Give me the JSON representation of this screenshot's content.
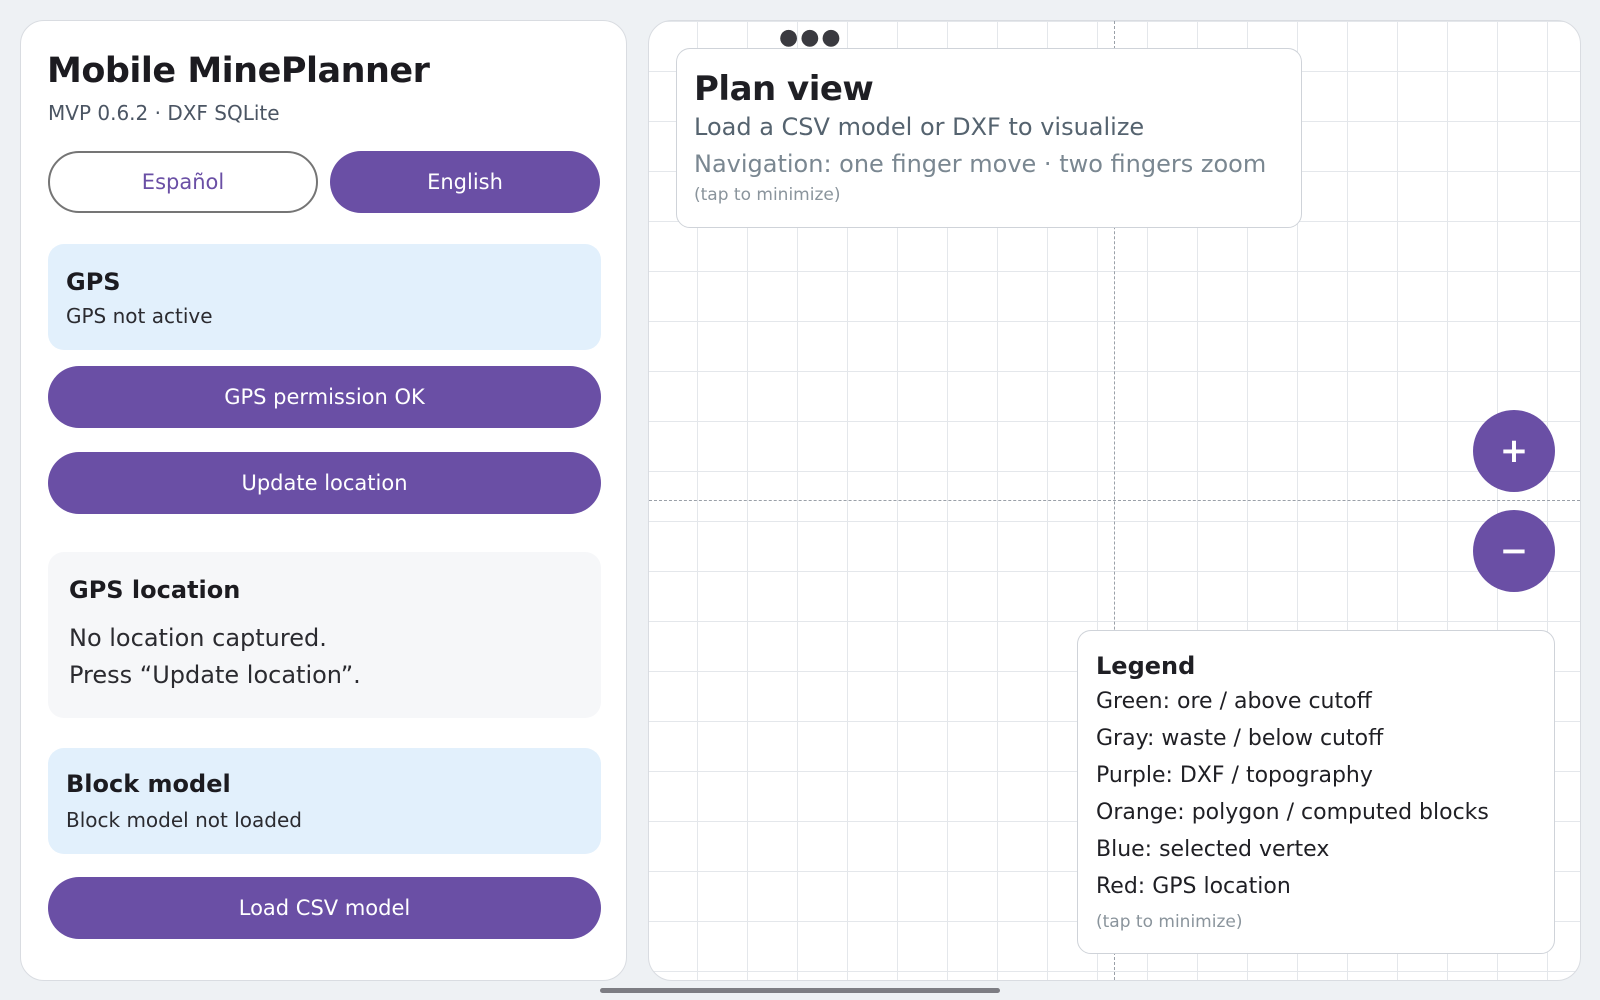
{
  "app": {
    "title": "Mobile MinePlanner",
    "subtitle": "MVP 0.6.2 · DXF SQLite"
  },
  "language": {
    "spanish_label": "Español",
    "english_label": "English",
    "selected": "English"
  },
  "gps": {
    "title": "GPS",
    "status": "GPS not active",
    "permission_button": "GPS permission OK",
    "update_button": "Update location"
  },
  "gps_location": {
    "title": "GPS location",
    "line1": "No location captured.",
    "line2": "Press “Update location”."
  },
  "block_model": {
    "title": "Block model",
    "status": "Block model not loaded",
    "load_button": "Load CSV model"
  },
  "plan_view": {
    "handle_icon": "more-dots-icon",
    "title": "Plan view",
    "line1": "Load a CSV model or DXF to visualize",
    "line2": "Navigation: one finger move · two fingers zoom",
    "hint": "(tap to minimize)"
  },
  "zoom": {
    "in_label": "+",
    "out_label": "−"
  },
  "legend": {
    "title": "Legend",
    "items": [
      "Green: ore / above cutoff",
      "Gray: waste / below cutoff",
      "Purple: DXF / topography",
      "Orange: polygon / computed blocks",
      "Blue: selected vertex",
      "Red: GPS location"
    ],
    "hint": "(tap to minimize)"
  },
  "colors": {
    "accent": "#6a4fa5",
    "card_blue": "#e2f0fc",
    "card_gray": "#f6f7f9"
  }
}
